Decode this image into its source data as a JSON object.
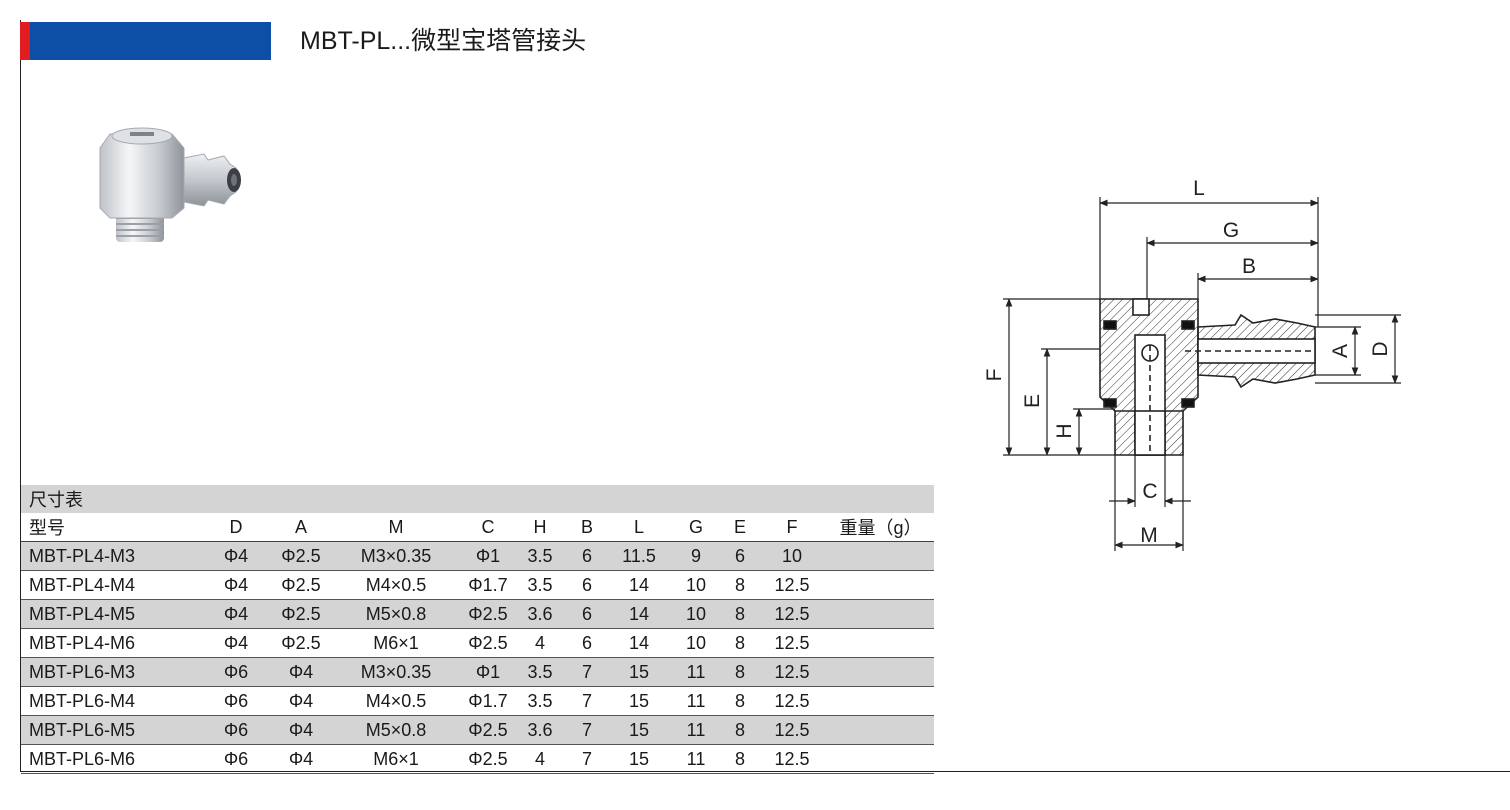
{
  "header": {
    "title": "MBT-PL...微型宝塔管接头",
    "accent_blue": "#0d4ea6",
    "accent_red": "#e21d22"
  },
  "drawing": {
    "labels": {
      "L": "L",
      "G": "G",
      "B": "B",
      "A": "A",
      "D": "D",
      "F": "F",
      "E": "E",
      "H": "H",
      "C": "C",
      "M": "M"
    }
  },
  "table": {
    "caption": "尺寸表",
    "columns": [
      "型号",
      "D",
      "A",
      "M",
      "C",
      "H",
      "B",
      "L",
      "G",
      "E",
      "F",
      "重量（g）"
    ],
    "rows": [
      [
        "MBT-PL4-M3",
        "Φ4",
        "Φ2.5",
        "M3×0.35",
        "Φ1",
        "3.5",
        "6",
        "11.5",
        "9",
        "6",
        "10",
        ""
      ],
      [
        "MBT-PL4-M4",
        "Φ4",
        "Φ2.5",
        "M4×0.5",
        "Φ1.7",
        "3.5",
        "6",
        "14",
        "10",
        "8",
        "12.5",
        ""
      ],
      [
        "MBT-PL4-M5",
        "Φ4",
        "Φ2.5",
        "M5×0.8",
        "Φ2.5",
        "3.6",
        "6",
        "14",
        "10",
        "8",
        "12.5",
        ""
      ],
      [
        "MBT-PL4-M6",
        "Φ4",
        "Φ2.5",
        "M6×1",
        "Φ2.5",
        "4",
        "6",
        "14",
        "10",
        "8",
        "12.5",
        ""
      ],
      [
        "MBT-PL6-M3",
        "Φ6",
        "Φ4",
        "M3×0.35",
        "Φ1",
        "3.5",
        "7",
        "15",
        "11",
        "8",
        "12.5",
        ""
      ],
      [
        "MBT-PL6-M4",
        "Φ6",
        "Φ4",
        "M4×0.5",
        "Φ1.7",
        "3.5",
        "7",
        "15",
        "11",
        "8",
        "12.5",
        ""
      ],
      [
        "MBT-PL6-M5",
        "Φ6",
        "Φ4",
        "M5×0.8",
        "Φ2.5",
        "3.6",
        "7",
        "15",
        "11",
        "8",
        "12.5",
        ""
      ],
      [
        "MBT-PL6-M6",
        "Φ6",
        "Φ4",
        "M6×1",
        "Φ2.5",
        "4",
        "7",
        "15",
        "11",
        "8",
        "12.5",
        ""
      ]
    ]
  }
}
